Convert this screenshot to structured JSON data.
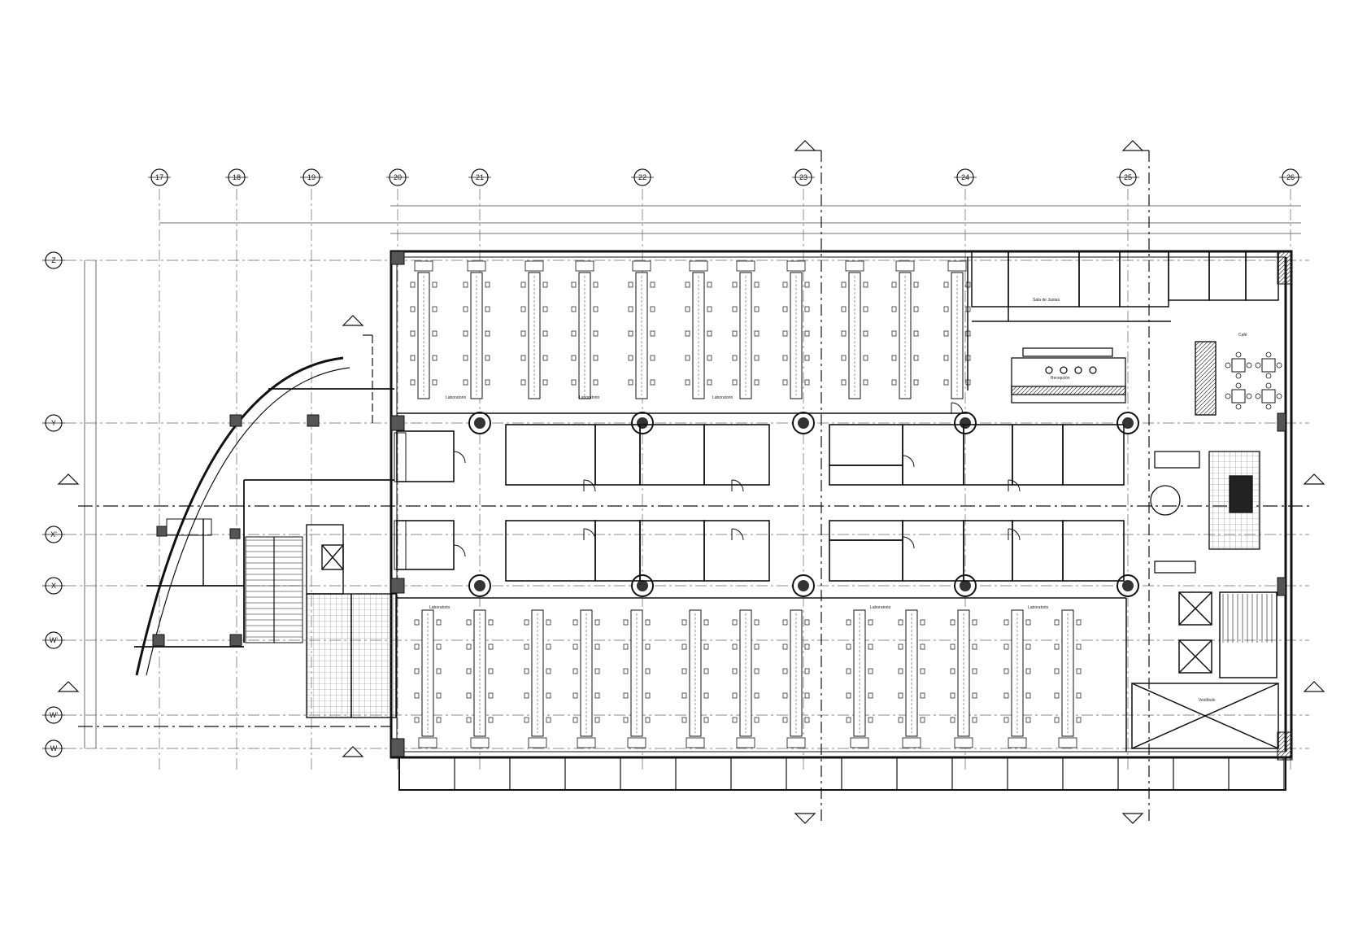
{
  "grid": {
    "columns": [
      {
        "label": "17",
        "pos": 196
      },
      {
        "label": "18",
        "pos": 291
      },
      {
        "label": "19",
        "pos": 383
      },
      {
        "label": "20",
        "pos": 489
      },
      {
        "label": "21",
        "pos": 590
      },
      {
        "label": "22",
        "pos": 790
      },
      {
        "label": "23",
        "pos": 988
      },
      {
        "label": "24",
        "pos": 1187
      },
      {
        "label": "25",
        "pos": 1387
      },
      {
        "label": "26",
        "pos": 1587
      }
    ],
    "rows": [
      {
        "label": "Z",
        "pos": 320
      },
      {
        "label": "Y",
        "pos": 520
      },
      {
        "label": "X'",
        "pos": 657
      },
      {
        "label": "X",
        "pos": 720
      },
      {
        "label": "W'",
        "pos": 787
      },
      {
        "label": "W'",
        "pos": 879
      },
      {
        "label": "W",
        "pos": 920
      }
    ]
  },
  "room_labels": {
    "lab_top_1": "Laboratorio",
    "lab_top_2": "Laboratorio",
    "lab_top_3": "Laboratorio",
    "lab_bottom_1": "Laboratorio",
    "lab_bottom_2": "Laboratorio",
    "lab_bottom_3": "Laboratorio",
    "sala_juntas": "Sala de Juntas",
    "recepcion": "Recepción",
    "cafe": "Café",
    "vestibulo": "Vestíbulo"
  },
  "colors": {
    "line": "#111111",
    "grid_line": "#555555",
    "hatch": "#777777",
    "fill_dark": "#222222"
  }
}
